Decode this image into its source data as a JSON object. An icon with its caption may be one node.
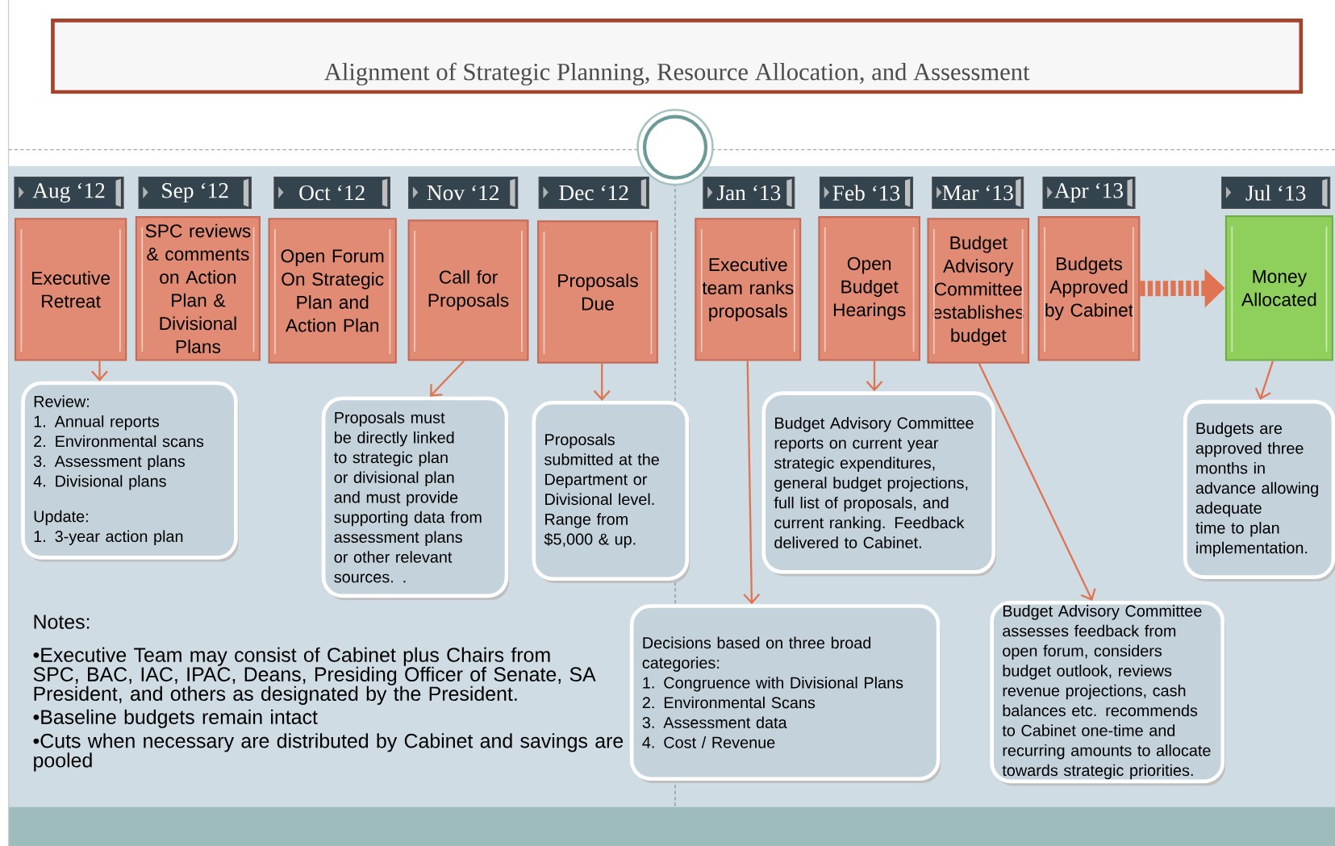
{
  "diagram": {
    "title": "Alignment of Strategic Planning, Resource Allocation, and Assessment",
    "nodes": [
      {
        "text": [
          "Aug ‘12"
        ]
      },
      {
        "text": [
          "Sep ‘12"
        ]
      },
      {
        "text": [
          "Oct ‘12"
        ]
      },
      {
        "text": [
          "Nov ‘12"
        ]
      },
      {
        "text": [
          "Dec ‘12"
        ]
      },
      {
        "text": [
          "Jan ‘13"
        ]
      },
      {
        "text": [
          "Feb ‘13"
        ]
      },
      {
        "text": [
          "Mar ‘13"
        ]
      },
      {
        "text": [
          "Apr ‘13"
        ]
      },
      {
        "text": [
          "Jul ‘13"
        ]
      },
      {
        "text": [
          "Executive Retreat"
        ]
      },
      {
        "text": [
          "SPC reviews & comments on Action Plan & Divisional Plans"
        ]
      },
      {
        "text": [
          "Open Forum On Strategic Plan and Action Plan"
        ]
      },
      {
        "text": [
          "Call for Proposals"
        ]
      },
      {
        "text": [
          "Proposals Due"
        ]
      },
      {
        "text": [
          "Executive team ranks proposals"
        ]
      },
      {
        "text": [
          "Open Budget Hearings"
        ]
      },
      {
        "text": [
          "Budget Advisory Committee establishes budget"
        ]
      },
      {
        "text": [
          "Budgets Approved by Cabinet"
        ]
      },
      {
        "text": [
          "Money Allocated"
        ]
      },
      {
        "text": [
          "Review:",
          "1. Annual reports",
          "2. Environmental scans",
          "3. Assessment plans",
          "4. Divisional plans",
          "Update:",
          "1. 3-year action plan"
        ]
      },
      {
        "text": [
          "Proposals must be directly linked to strategic plan or divisional plan and must provide supporting data from assessment plans or other relevant sources. ."
        ]
      },
      {
        "text": [
          "Proposals submitted at the Department or Divisional level. Range from $5,000 & up."
        ]
      },
      {
        "text": [
          "Budget Advisory Committee reports on current year strategic expenditures, general budget projections, full list of proposals, and current ranking. Feedback delivered to Cabinet."
        ]
      },
      {
        "text": [
          "Budgets are approved three months in advance allowing adequate time to plan implementation."
        ]
      },
      {
        "text": [
          "Decisions based on three broad categories:",
          "1. Congruence with Divisional Plans",
          "2. Environmental Scans",
          "3. Assessment data",
          "4. Cost / Revenue"
        ]
      },
      {
        "text": [
          "Budget Advisory Committee assesses feedback from open forum, considers budget outlook, reviews revenue projections, cash balances etc. recommends to Cabinet one-time and recurring amounts to allocate towards strategic priorities."
        ]
      }
    ],
    "edges": [
      {
        "from": 10,
        "to": 20,
        "arrow": "to"
      },
      {
        "from": 13,
        "to": 21,
        "arrow": "to"
      },
      {
        "from": 14,
        "to": 22,
        "arrow": "to"
      },
      {
        "from": 15,
        "to": 25,
        "arrow": "to"
      },
      {
        "from": 16,
        "to": 23,
        "arrow": "to"
      },
      {
        "from": 17,
        "to": 26,
        "arrow": "to"
      },
      {
        "from": 18,
        "to": 19,
        "arrow": "to",
        "style": "dashed"
      },
      {
        "from": 19,
        "to": 24,
        "arrow": "to"
      }
    ],
    "labels": [
      "Notes:",
      "•Executive Team may consist of Cabinet plus Chairs from SPC, BAC, IAC, IPAC, Deans, Presiding Officer of Senate, SA President, and others as designated by the President.",
      "•Baseline budgets remain intact",
      "•Cuts when necessary are distributed by Cabinet and savings are pooled"
    ]
  }
}
